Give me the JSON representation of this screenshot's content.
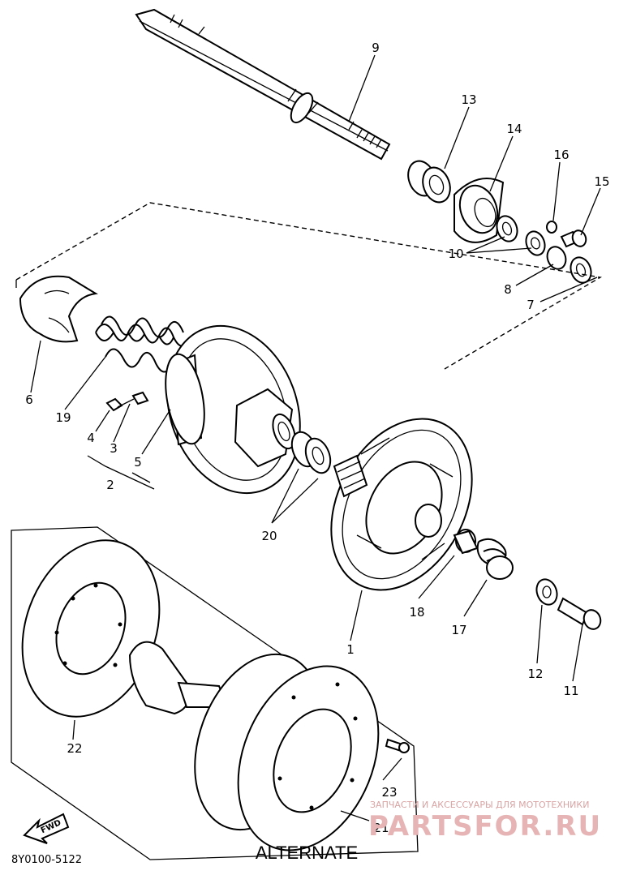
{
  "callouts": {
    "c1": "1",
    "c2": "2",
    "c3": "3",
    "c4": "4",
    "c5": "5",
    "c6": "6",
    "c7": "7",
    "c8": "8",
    "c9": "9",
    "c10": "10",
    "c11": "11",
    "c12": "12",
    "c13": "13",
    "c14": "14",
    "c15": "15",
    "c16": "16",
    "c17": "17",
    "c18": "18",
    "c19": "19",
    "c20": "20",
    "c21": "21",
    "c22": "22",
    "c23": "23"
  },
  "alternate_label": "ALTERNATE",
  "fwd_label": "FWD",
  "diagram_code": "8Y0100-5122",
  "watermark": {
    "tagline": "ЗАПЧАСТИ И АКСЕССУАРЫ ДЛЯ МОТОТЕХНИКИ",
    "brand": "PARTSFOR.RU"
  }
}
